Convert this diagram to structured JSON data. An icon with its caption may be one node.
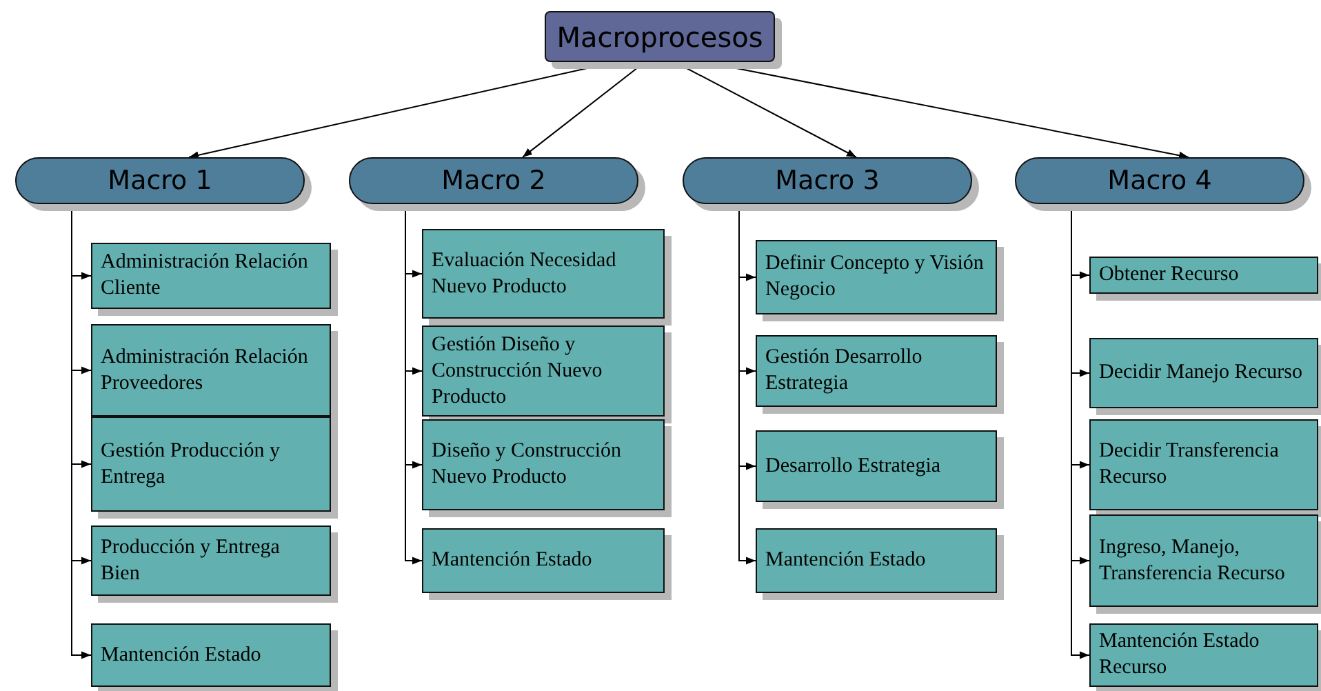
{
  "diagram": {
    "nodes": [
      {
        "text": [
          "Macroprocesos"
        ]
      },
      {
        "text": [
          "Macro 1"
        ]
      },
      {
        "text": [
          "Macro 2"
        ]
      },
      {
        "text": [
          "Macro 3"
        ]
      },
      {
        "text": [
          "Macro 4"
        ]
      },
      {
        "text": [
          "Administración Relación Cliente"
        ]
      },
      {
        "text": [
          "Administración Relación Proveedores"
        ]
      },
      {
        "text": [
          "Gestión Producción y Entrega"
        ]
      },
      {
        "text": [
          "Producción y Entrega Bien"
        ]
      },
      {
        "text": [
          "Mantención Estado"
        ]
      },
      {
        "text": [
          "Evaluación Necesidad Nuevo Producto"
        ]
      },
      {
        "text": [
          "Gestión Diseño y Construcción Nuevo Producto"
        ]
      },
      {
        "text": [
          "Diseño y Construcción Nuevo Producto"
        ]
      },
      {
        "text": [
          "Mantención Estado"
        ]
      },
      {
        "text": [
          "Definir Concepto y Visión Negocio"
        ]
      },
      {
        "text": [
          "Gestión Desarrollo Estrategia"
        ]
      },
      {
        "text": [
          "Desarrollo Estrategia"
        ]
      },
      {
        "text": [
          "Mantención Estado"
        ]
      },
      {
        "text": [
          "Obtener Recurso"
        ]
      },
      {
        "text": [
          "Decidir Manejo Recurso"
        ]
      },
      {
        "text": [
          "Decidir Transferencia Recurso"
        ]
      },
      {
        "text": [
          "Ingreso, Manejo, Transferencia Recurso"
        ]
      },
      {
        "text": [
          "Mantención Estado Recurso"
        ]
      }
    ],
    "edges": [
      {
        "from": 0,
        "to": 1,
        "arrow": "to"
      },
      {
        "from": 0,
        "to": 2,
        "arrow": "to"
      },
      {
        "from": 0,
        "to": 3,
        "arrow": "to"
      },
      {
        "from": 0,
        "to": 4,
        "arrow": "to"
      },
      {
        "from": 1,
        "to": 5,
        "arrow": "to"
      },
      {
        "from": 1,
        "to": 6,
        "arrow": "to"
      },
      {
        "from": 1,
        "to": 7,
        "arrow": "to"
      },
      {
        "from": 1,
        "to": 8,
        "arrow": "to"
      },
      {
        "from": 1,
        "to": 9,
        "arrow": "to"
      },
      {
        "from": 2,
        "to": 10,
        "arrow": "to"
      },
      {
        "from": 2,
        "to": 11,
        "arrow": "to"
      },
      {
        "from": 2,
        "to": 12,
        "arrow": "to"
      },
      {
        "from": 2,
        "to": 13,
        "arrow": "to"
      },
      {
        "from": 3,
        "to": 14,
        "arrow": "to"
      },
      {
        "from": 3,
        "to": 15,
        "arrow": "to"
      },
      {
        "from": 3,
        "to": 16,
        "arrow": "to"
      },
      {
        "from": 3,
        "to": 17,
        "arrow": "to"
      },
      {
        "from": 4,
        "to": 18,
        "arrow": "to"
      },
      {
        "from": 4,
        "to": 19,
        "arrow": "to"
      },
      {
        "from": 4,
        "to": 20,
        "arrow": "to"
      },
      {
        "from": 4,
        "to": 21,
        "arrow": "to"
      },
      {
        "from": 4,
        "to": 22,
        "arrow": "to"
      }
    ]
  }
}
